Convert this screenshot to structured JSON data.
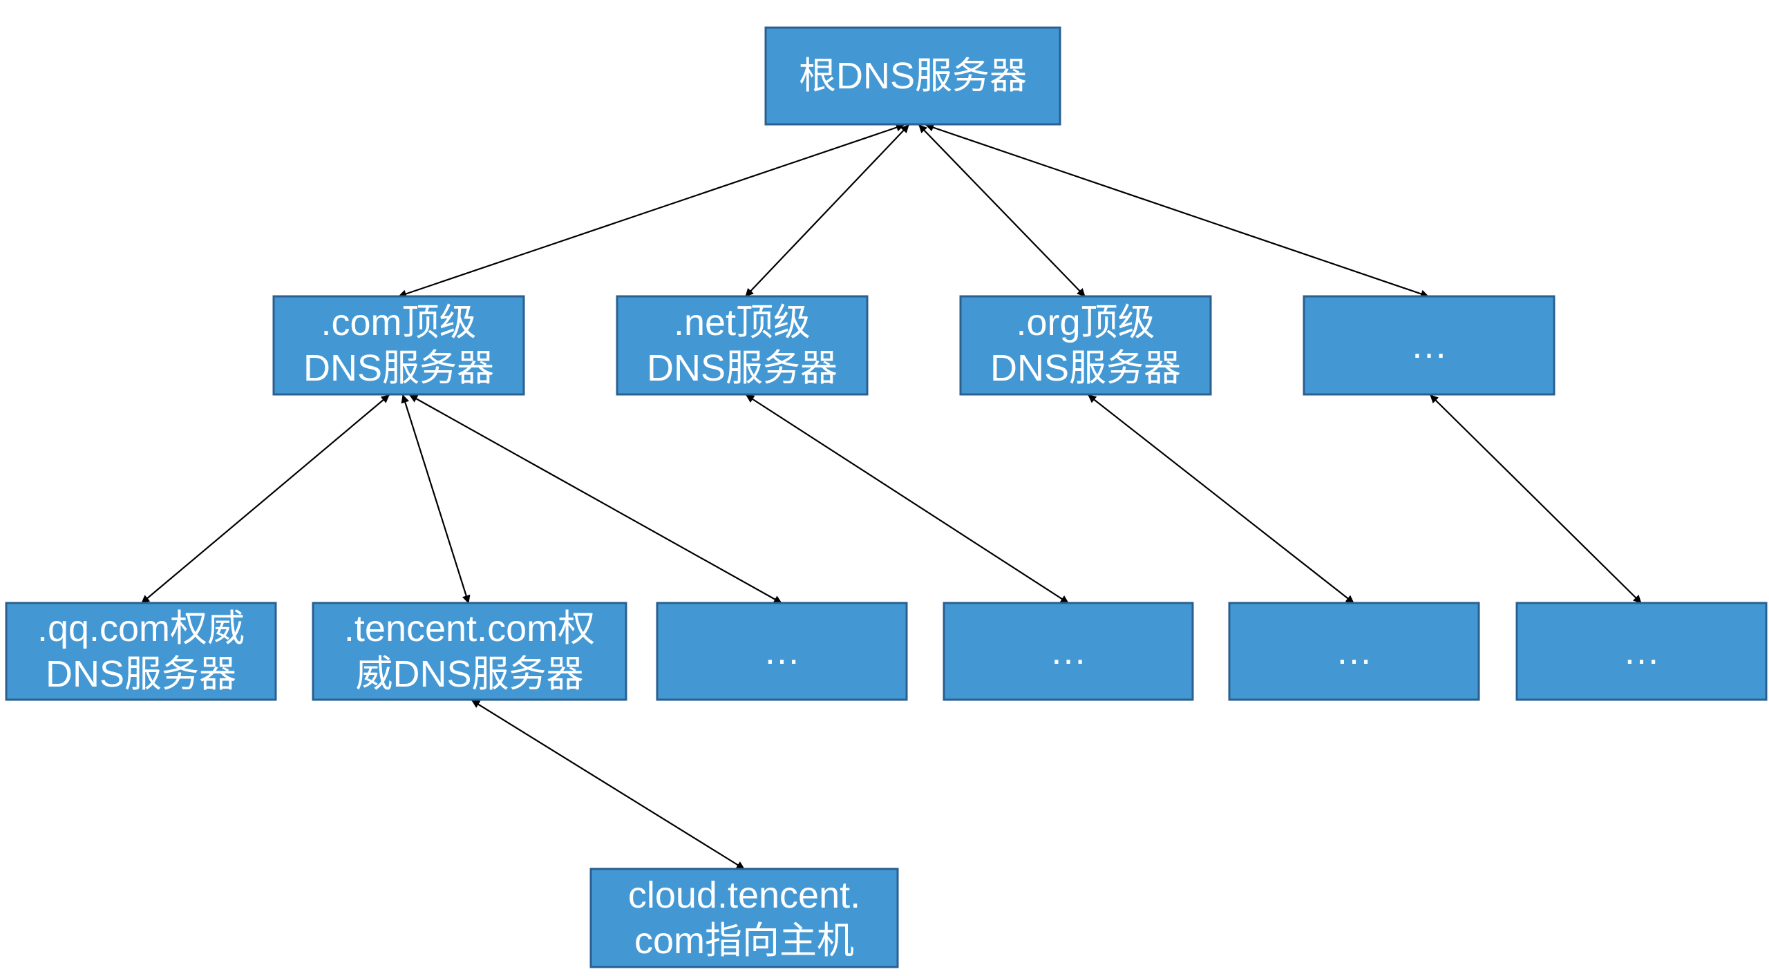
{
  "nodes": [
    {
      "id": "root",
      "lines": [
        "根DNS服务器"
      ]
    },
    {
      "id": "com",
      "lines": [
        ".com顶级",
        "DNS服务器"
      ]
    },
    {
      "id": "net",
      "lines": [
        ".net顶级",
        "DNS服务器"
      ]
    },
    {
      "id": "org",
      "lines": [
        ".org顶级",
        "DNS服务器"
      ]
    },
    {
      "id": "tld-more",
      "lines": [
        "…"
      ]
    },
    {
      "id": "qq",
      "lines": [
        ".qq.com权威",
        "DNS服务器"
      ]
    },
    {
      "id": "tencent",
      "lines": [
        ".tencent.com权",
        "威DNS服务器"
      ]
    },
    {
      "id": "com-more",
      "lines": [
        "…"
      ]
    },
    {
      "id": "net-more",
      "lines": [
        "…"
      ]
    },
    {
      "id": "org-more",
      "lines": [
        "…"
      ]
    },
    {
      "id": "other-more",
      "lines": [
        "…"
      ]
    },
    {
      "id": "host",
      "lines": [
        "cloud.tencent.",
        "com指向主机"
      ]
    }
  ],
  "edges": [
    {
      "from": "root",
      "to": "com"
    },
    {
      "from": "root",
      "to": "net"
    },
    {
      "from": "root",
      "to": "org"
    },
    {
      "from": "root",
      "to": "tld-more"
    },
    {
      "from": "com",
      "to": "qq"
    },
    {
      "from": "com",
      "to": "tencent"
    },
    {
      "from": "com",
      "to": "com-more"
    },
    {
      "from": "net",
      "to": "net-more"
    },
    {
      "from": "org",
      "to": "org-more"
    },
    {
      "from": "tld-more",
      "to": "other-more"
    },
    {
      "from": "tencent",
      "to": "host"
    }
  ]
}
